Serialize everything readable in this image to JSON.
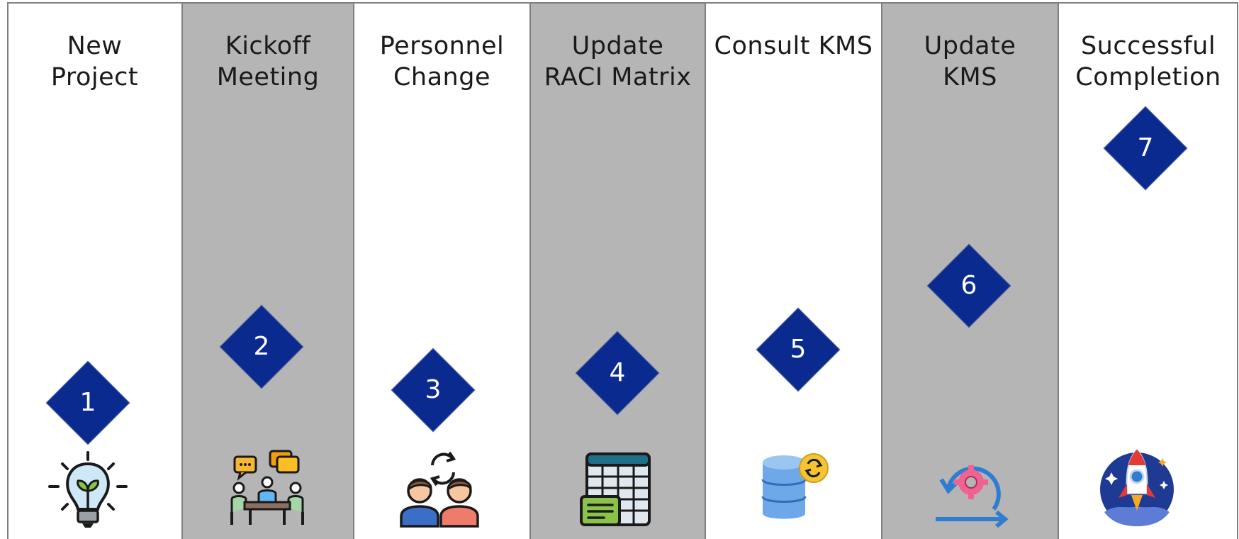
{
  "lanes": [
    {
      "title": "New\nProject",
      "step": "1",
      "icon": "lightbulb-plant-icon"
    },
    {
      "title": "Kickoff\nMeeting",
      "step": "2",
      "icon": "meeting-icon"
    },
    {
      "title": "Personnel\nChange",
      "step": "3",
      "icon": "personnel-swap-icon"
    },
    {
      "title": "Update\nRACI Matrix",
      "step": "4",
      "icon": "spreadsheet-icon"
    },
    {
      "title": "Consult KMS",
      "step": "5",
      "icon": "database-sync-icon"
    },
    {
      "title": "Update\nKMS",
      "step": "6",
      "icon": "gear-cycle-icon"
    },
    {
      "title": "Successful\nCompletion",
      "step": "7",
      "icon": "rocket-icon"
    }
  ],
  "colors": {
    "shaded_lane": "#b5b5b5",
    "diamond": "#0a2a8f",
    "diamond_text": "#ffffff"
  }
}
